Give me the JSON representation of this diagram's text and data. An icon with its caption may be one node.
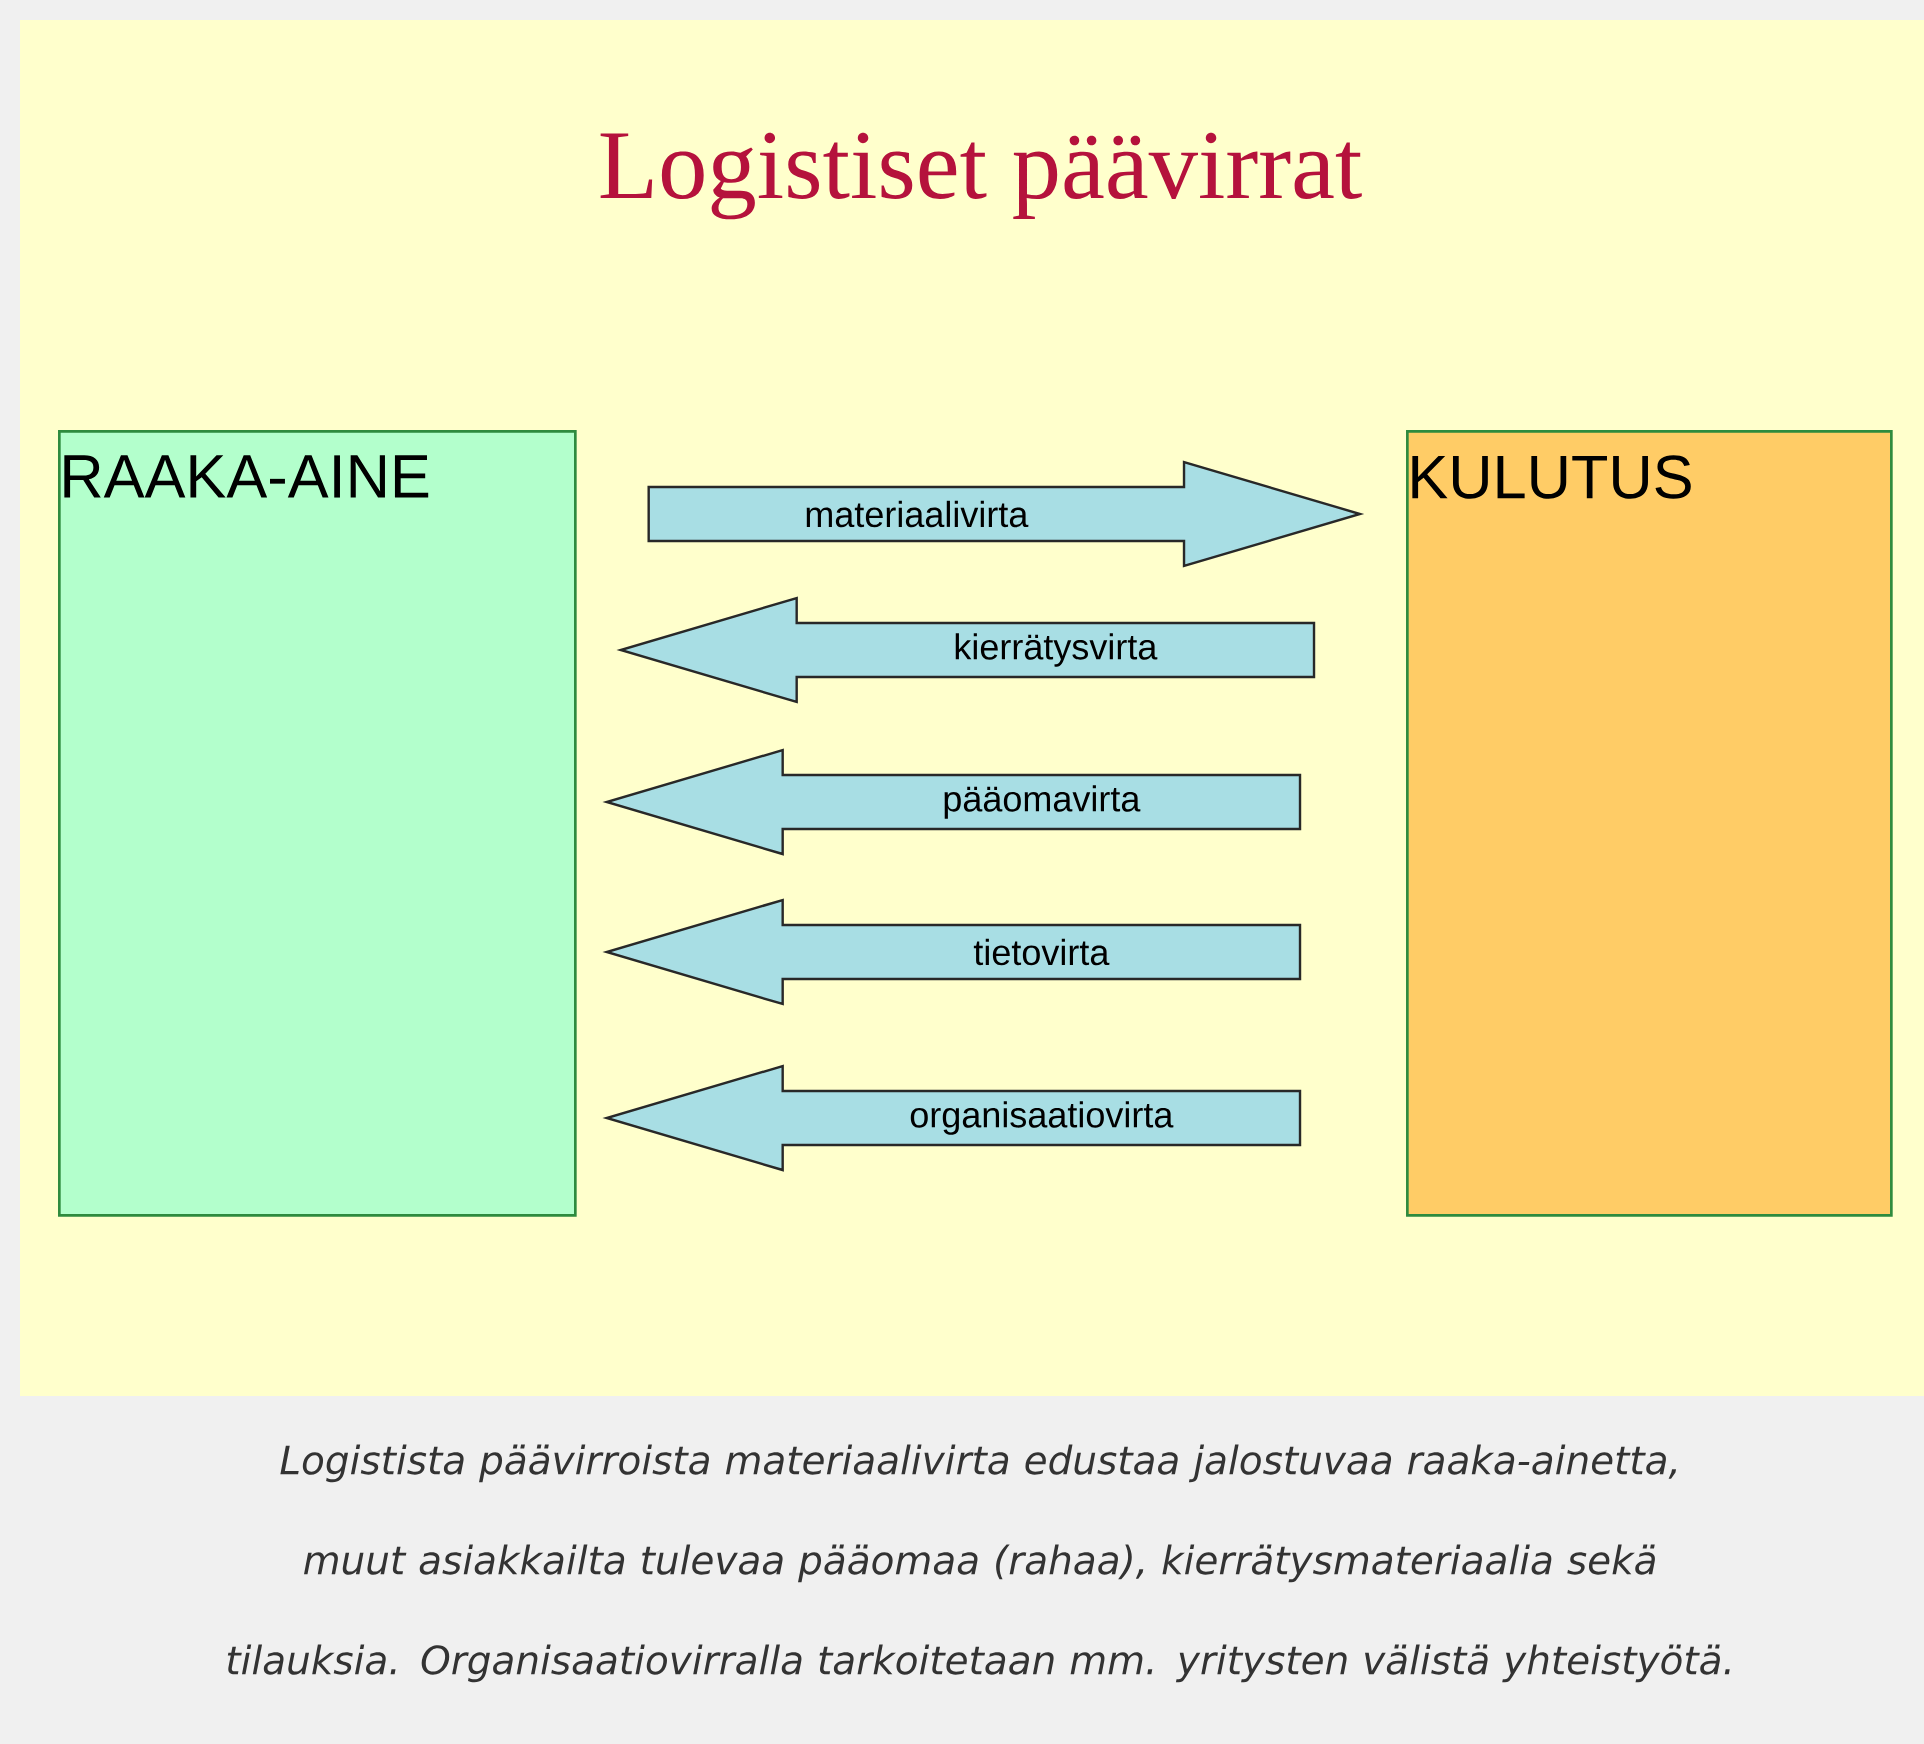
{
  "diagram": {
    "title": "Logistiset päävirrat",
    "caption": "Logistista päävirroista materiaalivirta edustaa jalostuvaa raaka-ainetta, muut asiakkailta tulevaa pääomaa (rahaa), kierrätysmateriaalia sekä tilauksia. Organisaatiovirralla tarkoitetaan mm. yritysten välistä yhteistyötä.",
    "nodes": [
      {
        "text": [
          "RAAKA-AINE"
        ]
      },
      {
        "text": [
          "KULUTUS"
        ]
      }
    ],
    "edges": [
      {
        "from": 0,
        "to": 1,
        "arrow": "to",
        "label": "materiaalivirta"
      },
      {
        "from": 1,
        "to": 0,
        "arrow": "to",
        "label": "kierrätysvirta"
      },
      {
        "from": 1,
        "to": 0,
        "arrow": "to",
        "label": "pääomavirta"
      },
      {
        "from": 1,
        "to": 0,
        "arrow": "to",
        "label": "tietovirta"
      },
      {
        "from": 1,
        "to": 0,
        "arrow": "to",
        "label": "organisaatiovirta"
      }
    ]
  }
}
